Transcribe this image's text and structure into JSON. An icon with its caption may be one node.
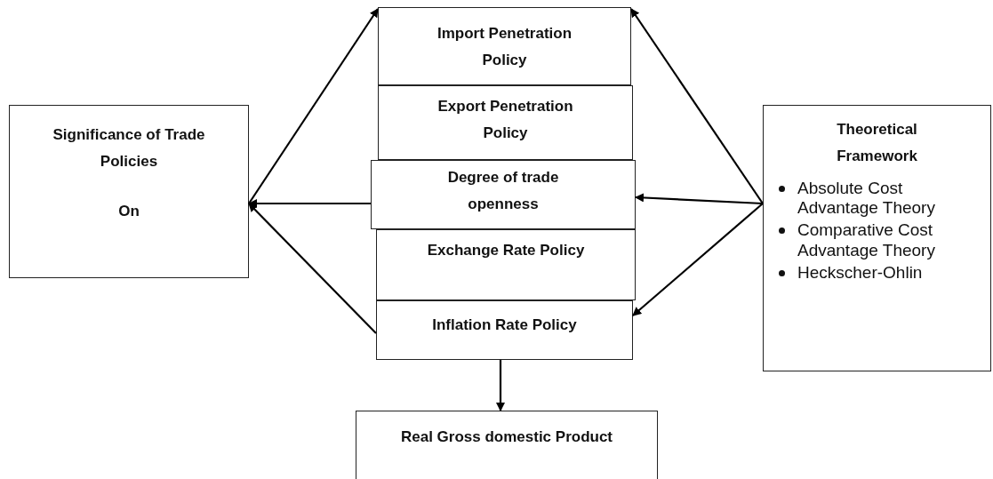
{
  "diagram": {
    "nodes": [
      {
        "text": [
          "Significance of Trade Policies",
          "On"
        ]
      },
      {
        "text": [
          "Import Penetration Policy"
        ]
      },
      {
        "text": [
          "Export Penetration Policy"
        ]
      },
      {
        "text": [
          "Degree of trade openness"
        ]
      },
      {
        "text": [
          "Exchange Rate Policy"
        ]
      },
      {
        "text": [
          "Inflation Rate Policy"
        ]
      },
      {
        "text": [
          "Theoretical Framework",
          "Absolute Cost Advantage Theory",
          "Comparative Cost Advantage Theory",
          "Heckscher-Ohlin"
        ]
      },
      {
        "text": [
          "Real Gross domestic Product"
        ]
      }
    ],
    "edges": [
      {
        "from": 0,
        "to": 1,
        "arrow": "to"
      },
      {
        "from": 3,
        "to": 0,
        "arrow": "to"
      },
      {
        "from": 5,
        "to": 0,
        "arrow": "to"
      },
      {
        "from": 6,
        "to": 1,
        "arrow": "to"
      },
      {
        "from": 6,
        "to": 3,
        "arrow": "to"
      },
      {
        "from": 6,
        "to": 5,
        "arrow": "to"
      },
      {
        "from": 5,
        "to": 7,
        "arrow": "to"
      }
    ]
  }
}
